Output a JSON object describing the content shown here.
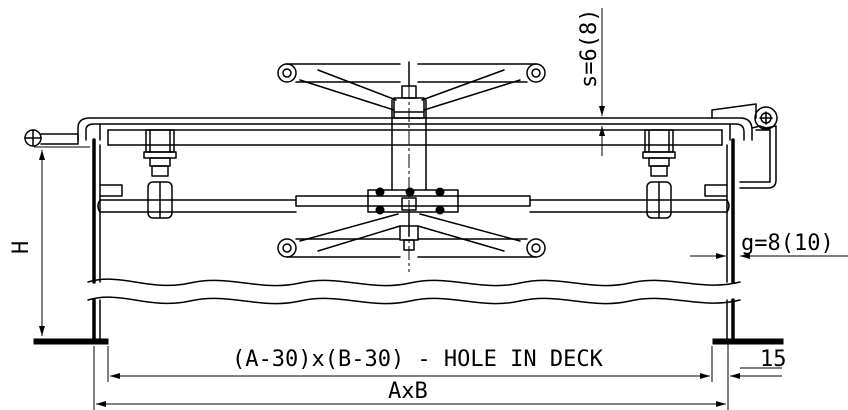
{
  "drawing": {
    "labels": {
      "plate_thickness": "s=6(8)",
      "wall_thickness": "g=8(10)",
      "height": "H",
      "hole_in_deck": "(A-30)x(B-30) - HOLE IN DECK",
      "overall_size": "AxB",
      "offset": "15"
    },
    "colors": {
      "ink": "#000000",
      "background": "#ffffff"
    }
  }
}
